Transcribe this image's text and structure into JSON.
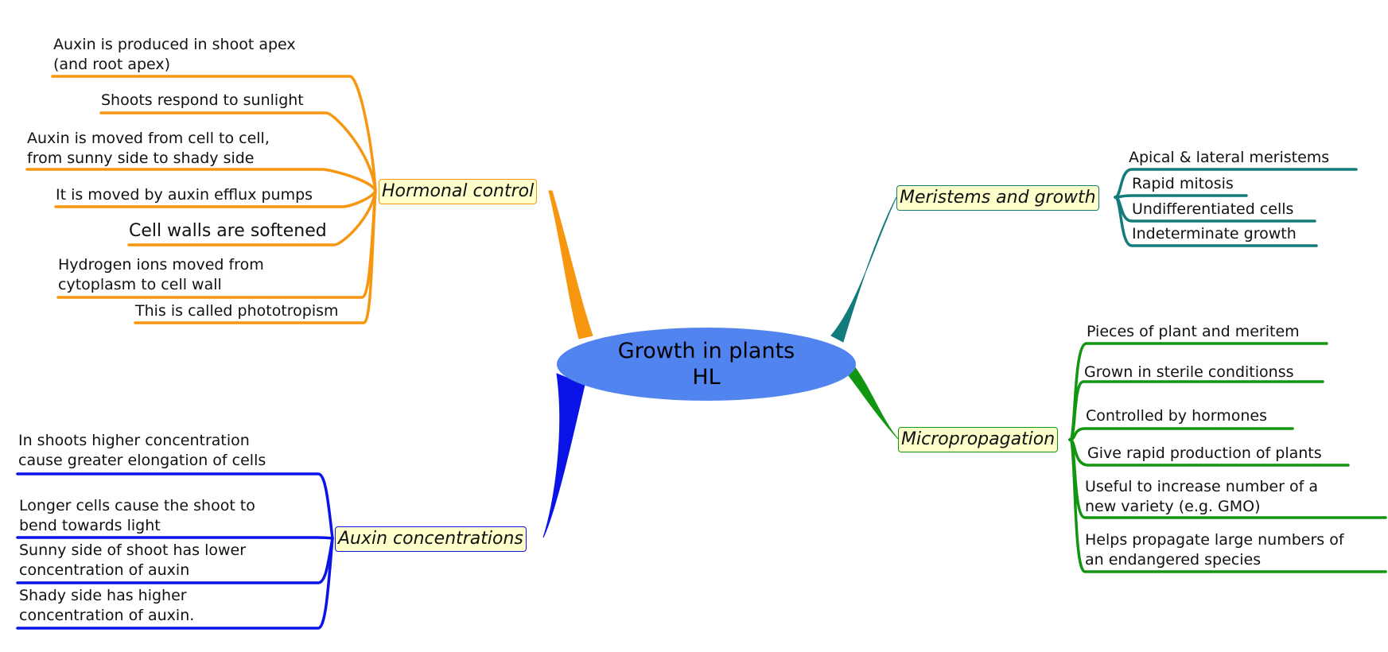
{
  "center": {
    "line1": "Growth in plants",
    "line2": "HL",
    "color": "#5284f0"
  },
  "branches": [
    {
      "id": "hormonal",
      "title": "Hormonal control",
      "color": "#f7960f",
      "items": [
        "Auxin is produced in shoot apex\n(and root apex)",
        "Shoots respond to sunlight",
        "Auxin is moved from cell to cell,\nfrom sunny side to shady side",
        "It is moved by auxin efflux pumps",
        "Cell walls are softened",
        "Hydrogen ions moved from\ncytoplasm to cell wall",
        "This is called phototropism"
      ]
    },
    {
      "id": "auxin",
      "title": "Auxin concentrations",
      "color": "#0a14e6",
      "items": [
        "In shoots higher concentration\ncause greater elongation of cells",
        "Longer cells cause the shoot to\nbend towards light",
        "Sunny side of shoot has lower\nconcentration of auxin",
        "Shady side has higher\nconcentration of auxin."
      ]
    },
    {
      "id": "meristems",
      "title": "Meristems and growth",
      "color": "#137b7b",
      "items": [
        "Apical & lateral meristems",
        "Rapid mitosis",
        "Undifferentiated cells",
        "Indeterminate growth"
      ]
    },
    {
      "id": "micro",
      "title": "Micropropagation",
      "color": "#129612",
      "items": [
        "Pieces of plant and meritem",
        "Grown in sterile conditionss",
        "Controlled by hormones",
        "Give rapid production of plants",
        "Useful to increase number of a\nnew variety (e.g. GMO)",
        "Helps propagate large numbers of\nan endangered species"
      ]
    }
  ]
}
